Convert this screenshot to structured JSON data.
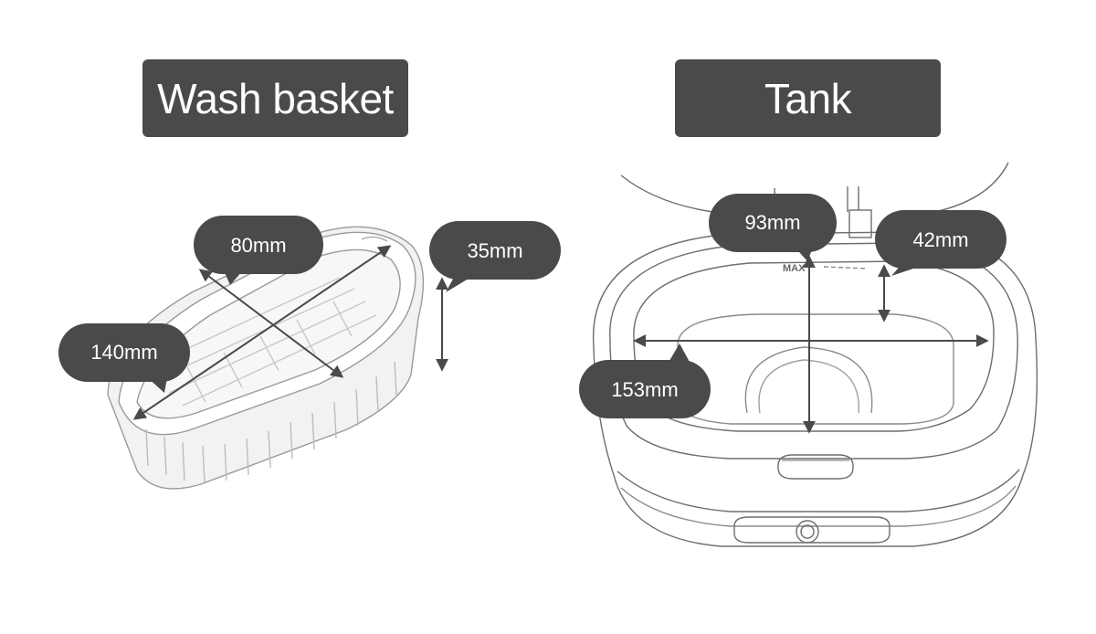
{
  "titles": {
    "basket": "Wash basket",
    "tank": "Tank"
  },
  "basket": {
    "width_label": "80mm",
    "height_label": "35mm",
    "length_label": "140mm"
  },
  "tank": {
    "depth_label": "93mm",
    "max_depth_label": "42mm",
    "length_label": "153mm",
    "max_mark": "MAX"
  },
  "colors": {
    "title_bg": "#4a4a4a",
    "bubble_bg": "#4a4a4a",
    "arrow": "#4a4a4a",
    "outline": "#6e6e6e"
  }
}
